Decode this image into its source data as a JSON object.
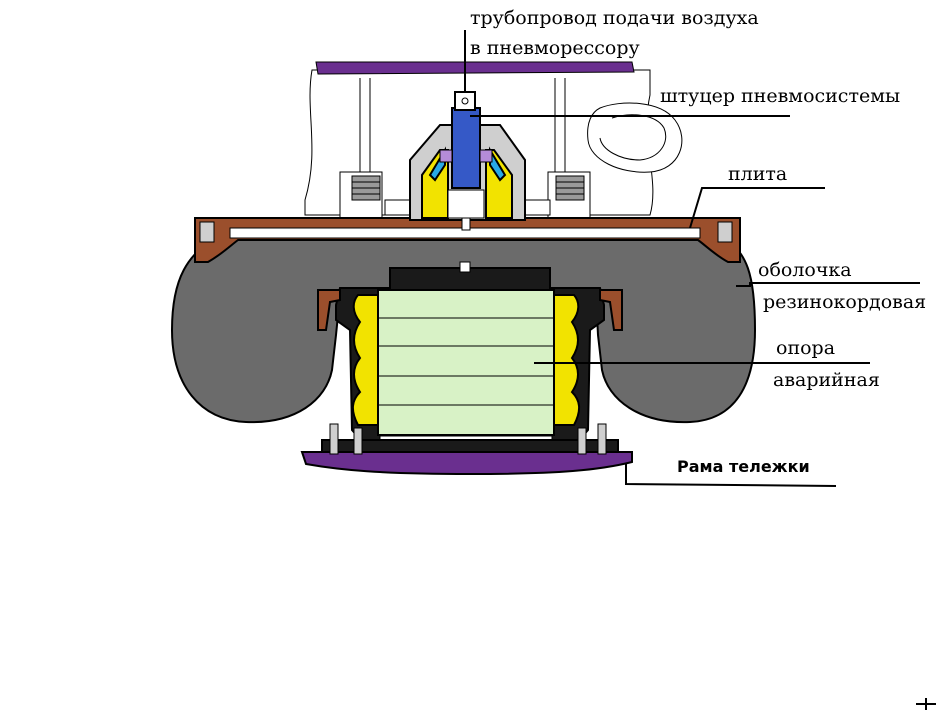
{
  "colors": {
    "background": "#ffffff",
    "rubber_cord_shell": "#6b6b6b",
    "plate": "#9b4f2c",
    "frame": "#6a2f8f",
    "emergency_support": "#d8f2c6",
    "emergency_support_rings": "#f2e300",
    "fitting_blue": "#3559c7",
    "fitting_light_blue": "#29a9e6",
    "fitting_yellow": "#f2e300",
    "outline": "#000000"
  },
  "labels": {
    "air_supply_line_1": "трубопровод подачи воздуха",
    "air_supply_line_2": "в пневморессору",
    "pneumatic_fitting": "штуцер пневмосистемы",
    "plate": "плита",
    "shell_line_1": "оболочка",
    "shell_line_2": "резинокордовая",
    "support_line_1": "опора",
    "support_line_2": "аварийная",
    "bogie_frame": "Рама тележки"
  }
}
